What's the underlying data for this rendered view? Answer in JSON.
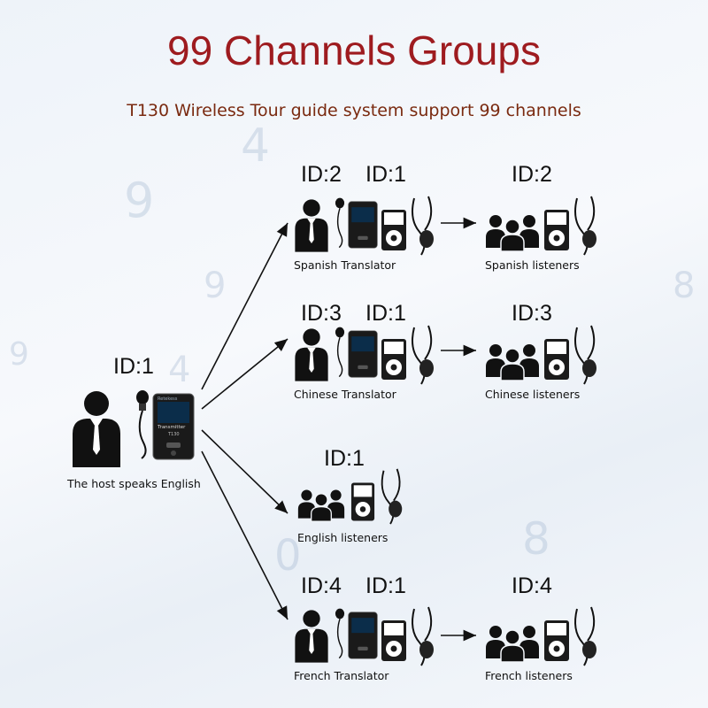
{
  "header": {
    "title": "99 Channels Groups",
    "subtitle": "T130 Wireless Tour guide system support 99 channels"
  },
  "host": {
    "id": "ID:1",
    "caption": "The host speaks English"
  },
  "rows": [
    {
      "translator_id": "ID:2",
      "receiver_id": "ID:1",
      "translator_caption": "Spanish Translator",
      "listener_id": "ID:2",
      "listener_caption": "Spanish listeners"
    },
    {
      "translator_id": "ID:3",
      "receiver_id": "ID:1",
      "translator_caption": "Chinese Translator",
      "listener_id": "ID:3",
      "listener_caption": "Chinese listeners"
    },
    {
      "translator_id": "ID:4",
      "receiver_id": "ID:1",
      "translator_caption": "French Translator",
      "listener_id": "ID:4",
      "listener_caption": "French listeners"
    }
  ],
  "english_group": {
    "id": "ID:1",
    "caption": "English listeners"
  },
  "device": {
    "brand": "Retekess",
    "model": "Transmitter",
    "sub": "T130"
  },
  "colors": {
    "title": "#9e1b1f",
    "subtitle": "#7a2a10",
    "figure": "#111111"
  }
}
